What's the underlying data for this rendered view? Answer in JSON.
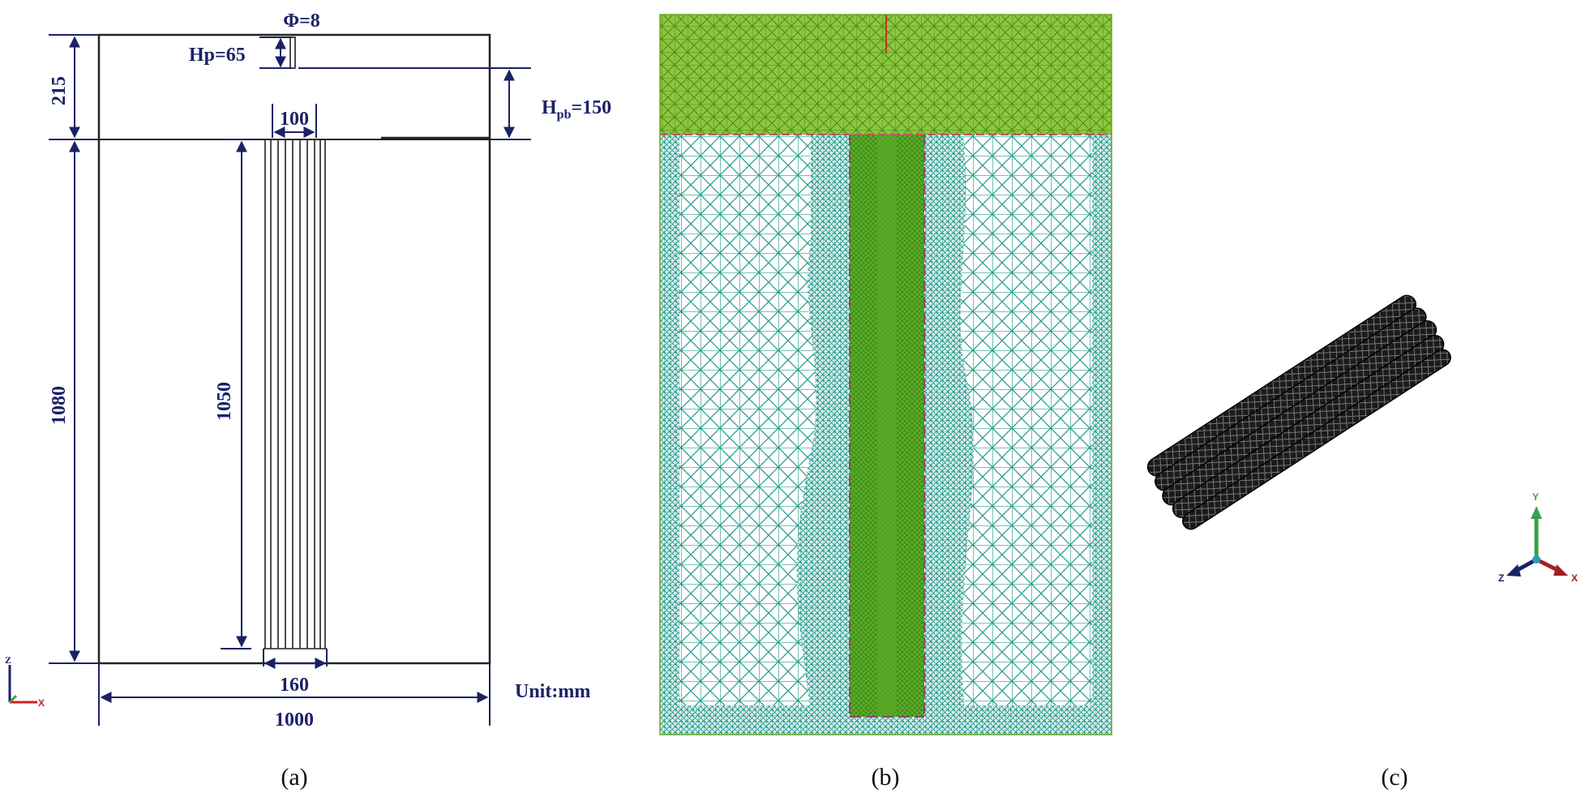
{
  "panel_a": {
    "phi_label": "Φ=8",
    "hp_label": "Hp=65",
    "hpb_prefix": "H",
    "hpb_sub": "pb",
    "hpb_value": "=150",
    "dim_215": "215",
    "dim_100": "100",
    "dim_1080": "1080",
    "dim_1050": "1050",
    "dim_160": "160",
    "dim_1000": "1000",
    "unit": "Unit:mm",
    "axis_z": "Z",
    "axis_x": "X"
  },
  "panel_c": {
    "axis_y": "Y",
    "axis_z": "Z",
    "axis_x": "X"
  },
  "captions": {
    "a": "(a)",
    "b": "(b)",
    "c": "(c)"
  },
  "colors": {
    "dimension": "#1a2266",
    "mesh_top": "#6aa61c",
    "mesh_soil": "#2a9d8f",
    "mesh_pile": "#3f8f1a",
    "rod": "#111111"
  }
}
